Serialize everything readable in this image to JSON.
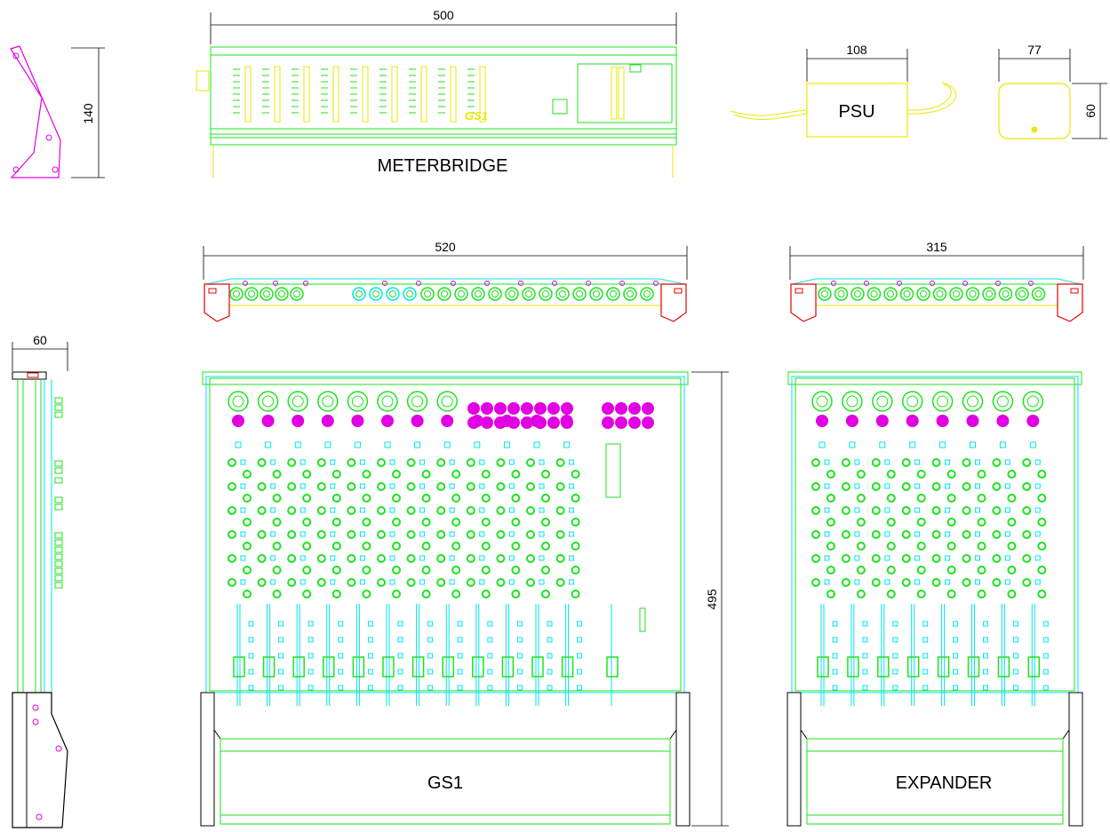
{
  "colors": {
    "outline_green": "#1ee31e",
    "connector_cyan": "#00e5ee",
    "screw_magenta": "#e100e1",
    "psu_yellow": "#e8e800",
    "bracket_red": "#e60000",
    "bracket_black": "#000000",
    "dimension_black": "#000000"
  },
  "views": {
    "meterbridge": {
      "label": "METERBRIDGE",
      "width_dim": "500",
      "height_dim": "140"
    },
    "psu": {
      "label": "PSU",
      "width_dim": "108",
      "depth_dim": "77",
      "height_dim": "60"
    },
    "rear_gs1": {
      "width_dim": "520"
    },
    "rear_expander": {
      "width_dim": "315"
    },
    "side": {
      "width_dim": "60"
    },
    "gs1": {
      "label": "GS1",
      "depth_dim": "495"
    },
    "expander": {
      "label": "EXPANDER"
    }
  },
  "meterbridge_branding": {
    "logo_text": "GS1"
  }
}
